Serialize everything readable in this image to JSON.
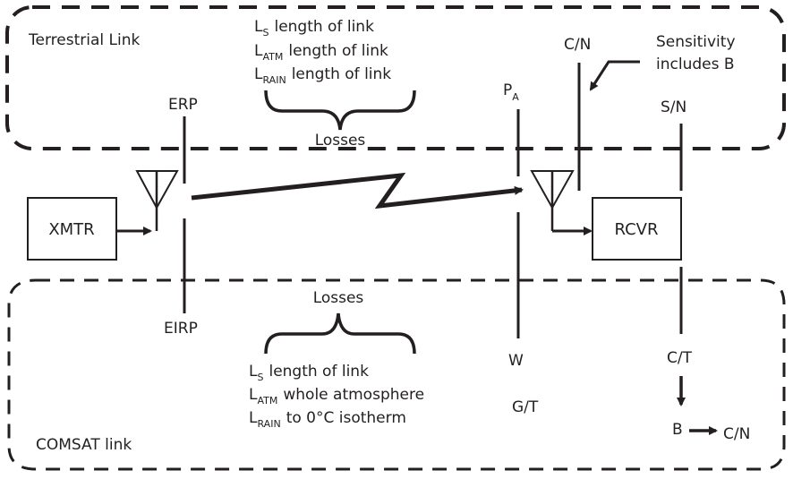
{
  "regions": {
    "terrestrial": {
      "label": "Terrestrial Link"
    },
    "comsat": {
      "label": "COMSAT link"
    }
  },
  "blocks": {
    "transmitter": "XMTR",
    "receiver": "RCVR"
  },
  "terrestrial_labels": {
    "erp": "ERP",
    "pa_main": "P",
    "pa_sub": "A",
    "cn": "C/N",
    "sn": "S/N",
    "sensitivity_line1": "Sensitivity",
    "sensitivity_line2": "includes B",
    "losses_title": "Losses",
    "losses": [
      {
        "sym": "L",
        "sub": "S",
        "desc": "length of link"
      },
      {
        "sym": "L",
        "sub": "ATM",
        "desc": "length of link"
      },
      {
        "sym": "L",
        "sub": "RAIN",
        "desc": "length of link"
      }
    ]
  },
  "comsat_labels": {
    "eirp": "EIRP",
    "w": "W",
    "gt": "G/T",
    "ct": "C/T",
    "b": "B",
    "cn": "C/N",
    "losses_title": "Losses",
    "losses": [
      {
        "sym": "L",
        "sub": "S",
        "desc": "length of link"
      },
      {
        "sym": "L",
        "sub": "ATM",
        "desc": "whole atmosphere"
      },
      {
        "sym": "L",
        "sub": "RAIN",
        "desc": "to 0°C isotherm"
      }
    ]
  },
  "colors": {
    "ink": "#231f20",
    "background": "#ffffff"
  }
}
